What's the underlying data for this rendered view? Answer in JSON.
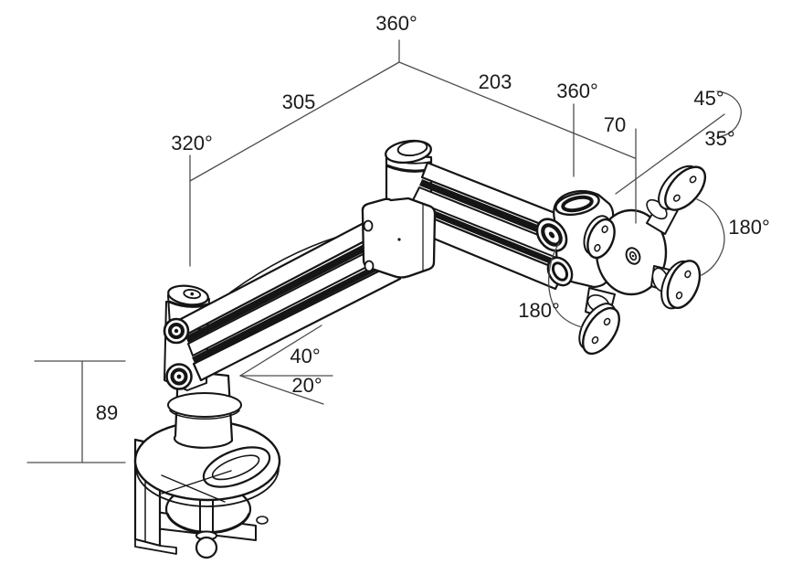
{
  "diagram": {
    "kind": "technical-dimension-drawing",
    "labels": {
      "top_rotation": "360°",
      "upper_arm_length": "305",
      "forearm_length": "203",
      "head_rotation": "360°",
      "head_offset": "70",
      "tilt_up": "45°",
      "tilt_down": "35°",
      "vesa_rotation_right": "180°",
      "vesa_rotation_left": "180°",
      "base_rotation": "320°",
      "arm_tilt_up": "40°",
      "arm_tilt_down": "20°",
      "base_height": "89"
    },
    "colors": {
      "artwork_line": "#151515",
      "dimension_line": "#4d4d4d",
      "text": "#1b1b1b",
      "background": "#ffffff"
    }
  }
}
